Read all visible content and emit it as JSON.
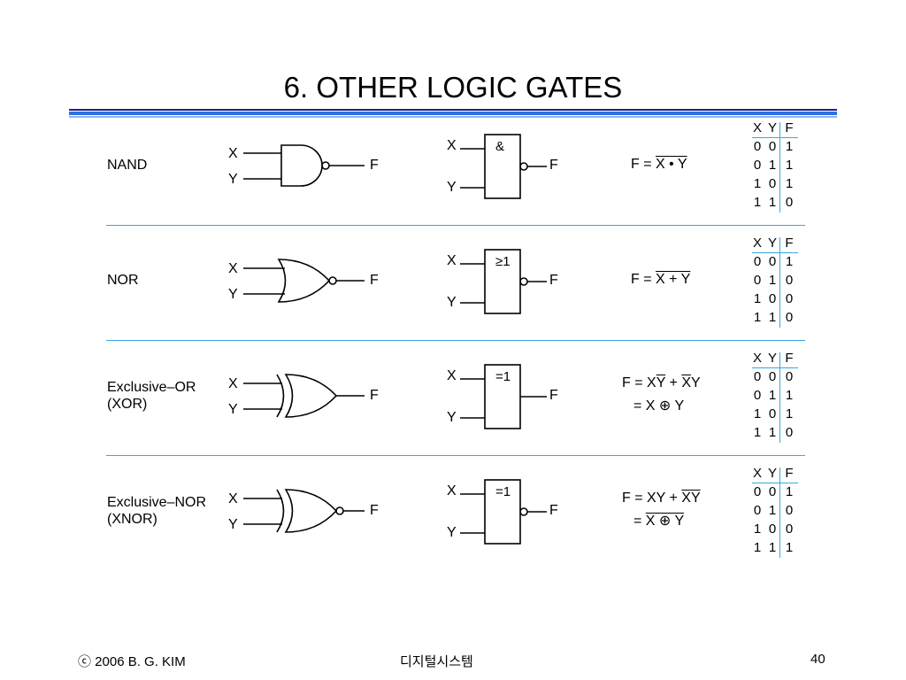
{
  "title": "6. OTHER LOGIC GATES",
  "footer": {
    "copyright": "ⓒ 2006  B. G. KIM",
    "center": "디지털시스템",
    "page": "40"
  },
  "rows": [
    {
      "name_lines": [
        "NAND"
      ],
      "in_x": "X",
      "in_y": "Y",
      "out": "F",
      "ieee_symbol": "&",
      "expr": [
        {
          "text": "F = ",
          "ov": ""
        },
        {
          "text": "",
          "ov": "X • Y"
        }
      ],
      "expr2": [],
      "tt_header": [
        "X",
        "Y",
        "F"
      ],
      "tt_rows": [
        [
          "0",
          "0",
          "1"
        ],
        [
          "0",
          "1",
          "1"
        ],
        [
          "1",
          "0",
          "1"
        ],
        [
          "1",
          "1",
          "0"
        ]
      ]
    },
    {
      "name_lines": [
        "NOR"
      ],
      "in_x": "X",
      "in_y": "Y",
      "out": "F",
      "ieee_symbol": "≥1",
      "expr": [
        {
          "text": "F = ",
          "ov": ""
        },
        {
          "text": "",
          "ov": "X + Y"
        }
      ],
      "expr2": [],
      "tt_header": [
        "X",
        "Y",
        "F"
      ],
      "tt_rows": [
        [
          "0",
          "0",
          "1"
        ],
        [
          "0",
          "1",
          "0"
        ],
        [
          "1",
          "0",
          "0"
        ],
        [
          "1",
          "1",
          "0"
        ]
      ]
    },
    {
      "name_lines": [
        "Exclusive–OR",
        "(XOR)"
      ],
      "in_x": "X",
      "in_y": "Y",
      "out": "F",
      "ieee_symbol": "=1",
      "expr": [
        {
          "text": "F = X",
          "ov": ""
        },
        {
          "text": "",
          "ov": "Y"
        },
        {
          "text": " + ",
          "ov": ""
        },
        {
          "text": "",
          "ov": "X"
        },
        {
          "text": "Y",
          "ov": ""
        }
      ],
      "expr2": [
        {
          "text": "= X ⊕ Y",
          "ov": ""
        }
      ],
      "tt_header": [
        "X",
        "Y",
        "F"
      ],
      "tt_rows": [
        [
          "0",
          "0",
          "0"
        ],
        [
          "0",
          "1",
          "1"
        ],
        [
          "1",
          "0",
          "1"
        ],
        [
          "1",
          "1",
          "0"
        ]
      ]
    },
    {
      "name_lines": [
        "Exclusive–NOR",
        "(XNOR)"
      ],
      "in_x": "X",
      "in_y": "Y",
      "out": "F",
      "ieee_symbol": "=1",
      "expr": [
        {
          "text": "F = XY + ",
          "ov": ""
        },
        {
          "text": "",
          "ov": "XY"
        }
      ],
      "expr2": [
        {
          "text": "= ",
          "ov": ""
        },
        {
          "text": "",
          "ov": "X ⊕ Y"
        }
      ],
      "tt_header": [
        "X",
        "Y",
        "F"
      ],
      "tt_rows": [
        [
          "0",
          "0",
          "1"
        ],
        [
          "0",
          "1",
          "0"
        ],
        [
          "1",
          "0",
          "0"
        ],
        [
          "1",
          "1",
          "1"
        ]
      ]
    }
  ]
}
